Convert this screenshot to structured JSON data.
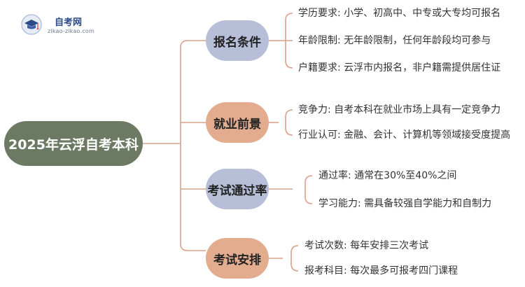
{
  "logo": {
    "title": "自考网",
    "subtitle": "zikao-zikao.com"
  },
  "colors": {
    "root_fill": "#6d7a63",
    "branch_blue": "#b7bfd8",
    "branch_orange": "#e3ac8f",
    "connector": "#d9a28a"
  },
  "root": {
    "label": "2025年云浮自考本科"
  },
  "branches": [
    {
      "label": "报名条件",
      "leaves": [
        "学历要求: 小学、初高中、中专或大专均可报名",
        "年龄限制: 无年龄限制，任何年龄段均可参与",
        "户籍要求: 云浮市内报名，非户籍需提供居住证"
      ]
    },
    {
      "label": "就业前景",
      "leaves": [
        "竞争力: 自考本科在就业市场上具有一定竞争力",
        "行业认可: 金融、会计、计算机等领域接受度提高"
      ]
    },
    {
      "label": "考试通过率",
      "leaves": [
        "通过率: 通常在30%至40%之间",
        "学习能力: 需具备较强自学能力和自制力"
      ]
    },
    {
      "label": "考试安排",
      "leaves": [
        "考试次数: 每年安排三次考试",
        "报考科目: 每次最多可报考四门课程"
      ]
    }
  ]
}
